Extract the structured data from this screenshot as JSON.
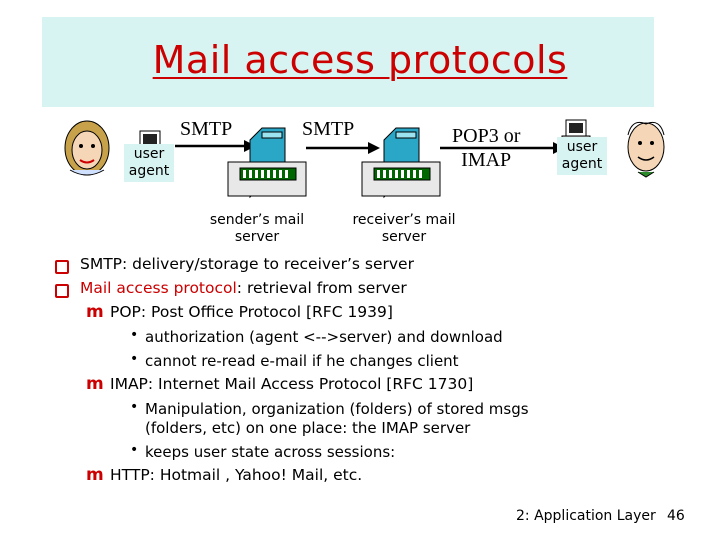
{
  "title": "Mail access protocols",
  "diagram": {
    "smtp_left": "SMTP",
    "smtp_right": "SMTP",
    "pop3_imap_line1": "POP3 or",
    "pop3_imap_line2": "IMAP",
    "user_agent_left": [
      "user",
      "agent"
    ],
    "user_agent_right": [
      "user",
      "agent"
    ],
    "sender_server": [
      "sender’s mail",
      "server"
    ],
    "receiver_server": [
      "receiver’s mail",
      "server"
    ]
  },
  "bullets": {
    "smtp": "SMTP: delivery/storage to receiver’s server",
    "mail_access_prefix": "Mail access protocol",
    "mail_access_rest": ": retrieval from server",
    "pop": "POP: Post Office Protocol [RFC 1939]",
    "pop_sub1": "authorization (agent <-->server) and download",
    "pop_sub2": "cannot re-read e-mail if he changes client",
    "imap": "IMAP: Internet Mail Access Protocol [RFC 1730]",
    "imap_sub1_line1": "Manipulation, organization (folders) of stored msgs",
    "imap_sub1_line2": "(folders, etc)  on one place: the IMAP server",
    "imap_sub2": "keeps user state across sessions:",
    "http": "HTTP: Hotmail , Yahoo! Mail, etc."
  },
  "footer": {
    "chapter": "2: Application Layer",
    "page": "46"
  }
}
